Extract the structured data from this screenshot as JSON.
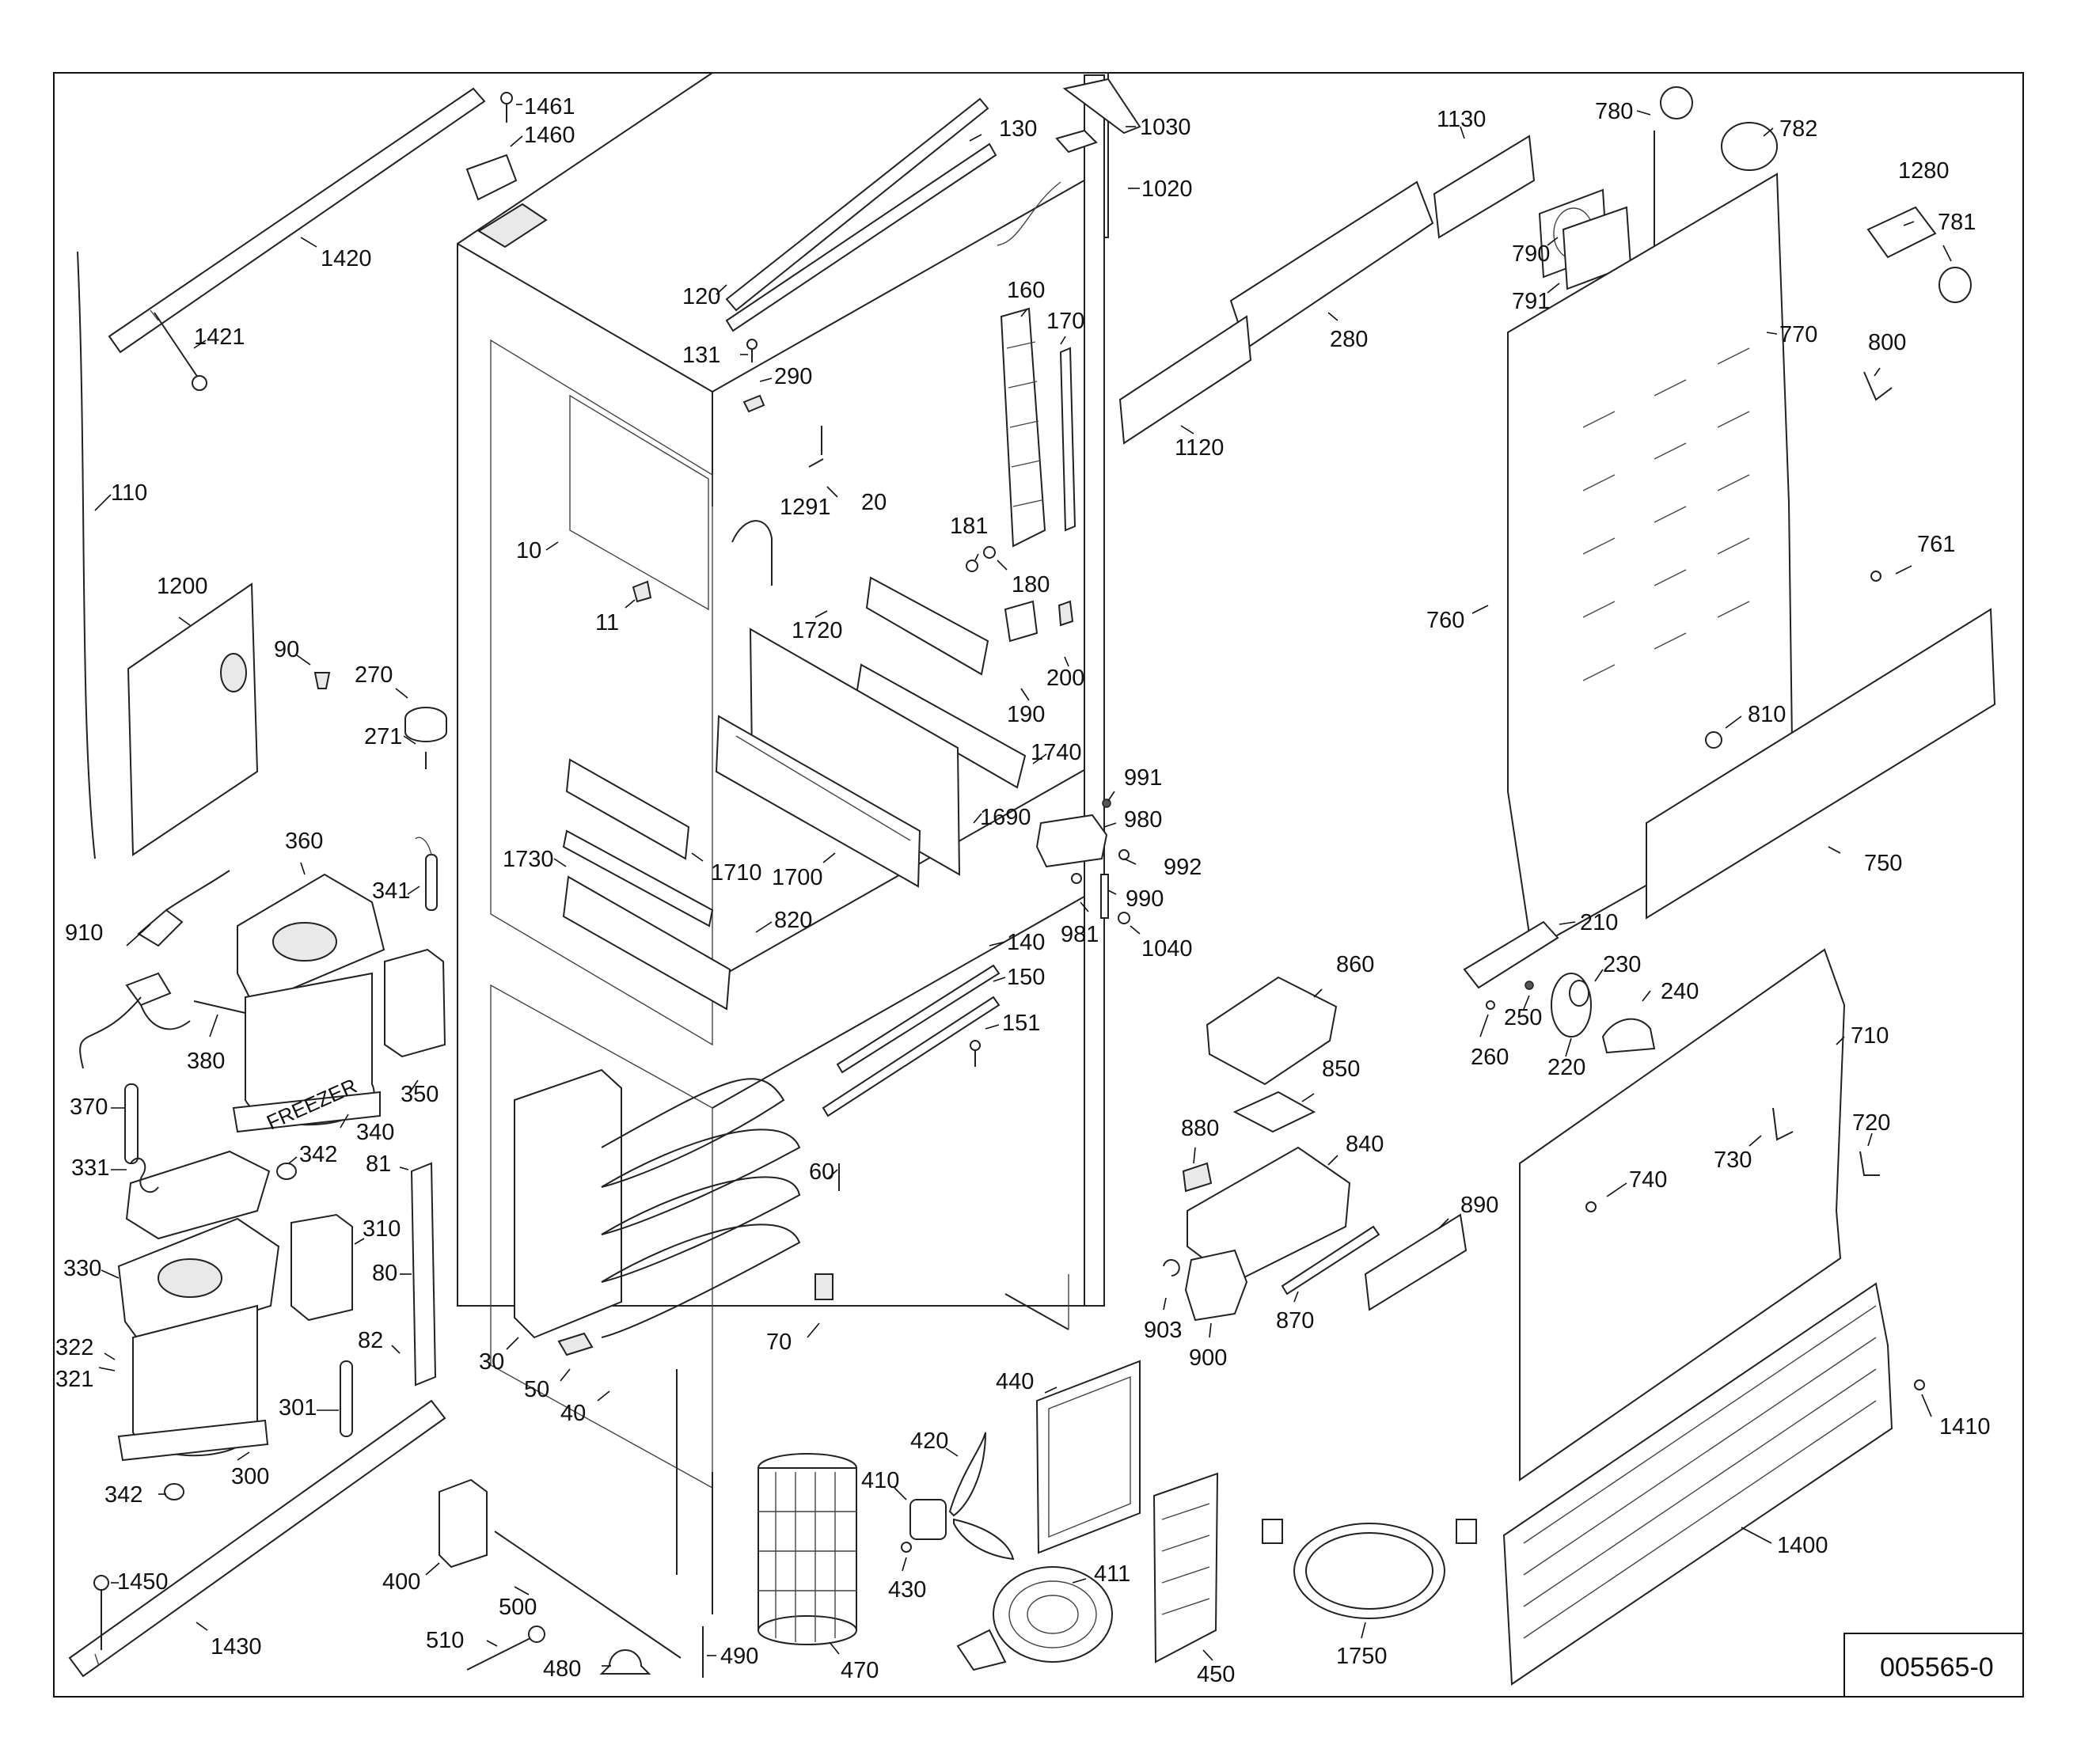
{
  "drawing_id": "005565-0",
  "part_labels": {
    "p10": "10",
    "p11": "11",
    "p20": "20",
    "p30": "30",
    "p40": "40",
    "p50": "50",
    "p60": "60",
    "p70": "70",
    "p80": "80",
    "p81": "81",
    "p82": "82",
    "p90": "90",
    "p110": "110",
    "p120": "120",
    "p130": "130",
    "p131": "131",
    "p140": "140",
    "p150": "150",
    "p151": "151",
    "p160": "160",
    "p170": "170",
    "p180": "180",
    "p181": "181",
    "p190": "190",
    "p200": "200",
    "p210": "210",
    "p220": "220",
    "p230": "230",
    "p240": "240",
    "p250": "250",
    "p260": "260",
    "p270": "270",
    "p271": "271",
    "p280": "280",
    "p290": "290",
    "p300": "300",
    "p301": "301",
    "p310": "310",
    "p321": "321",
    "p322": "322",
    "p330": "330",
    "p331": "331",
    "p340": "340",
    "p341": "341",
    "p342a": "342",
    "p342b": "342",
    "p350": "350",
    "p360": "360",
    "p370": "370",
    "p380": "380",
    "p400": "400",
    "p410": "410",
    "p411": "411",
    "p420": "420",
    "p430": "430",
    "p440": "440",
    "p450": "450",
    "p470": "470",
    "p480": "480",
    "p490": "490",
    "p500": "500",
    "p510": "510",
    "p710": "710",
    "p720": "720",
    "p730": "730",
    "p740": "740",
    "p750": "750",
    "p760": "760",
    "p761": "761",
    "p770": "770",
    "p780": "780",
    "p781": "781",
    "p782": "782",
    "p790": "790",
    "p791": "791",
    "p800": "800",
    "p810": "810",
    "p820": "820",
    "p840": "840",
    "p850": "850",
    "p860": "860",
    "p870": "870",
    "p880": "880",
    "p890": "890",
    "p900": "900",
    "p903": "903",
    "p910": "910",
    "p980": "980",
    "p981": "981",
    "p990": "990",
    "p991": "991",
    "p992": "992",
    "p1020": "1020",
    "p1030": "1030",
    "p1040": "1040",
    "p1120": "1120",
    "p1130": "1130",
    "p1200": "1200",
    "p1280": "1280",
    "p1291": "1291",
    "p1400": "1400",
    "p1410": "1410",
    "p1420": "1420",
    "p1421": "1421",
    "p1430": "1430",
    "p1450": "1450",
    "p1460": "1460",
    "p1461": "1461",
    "p1690": "1690",
    "p1700": "1700",
    "p1710": "1710",
    "p1720": "1720",
    "p1730": "1730",
    "p1740": "1740",
    "p1750": "1750"
  },
  "compressor_marking": "FREEZER"
}
